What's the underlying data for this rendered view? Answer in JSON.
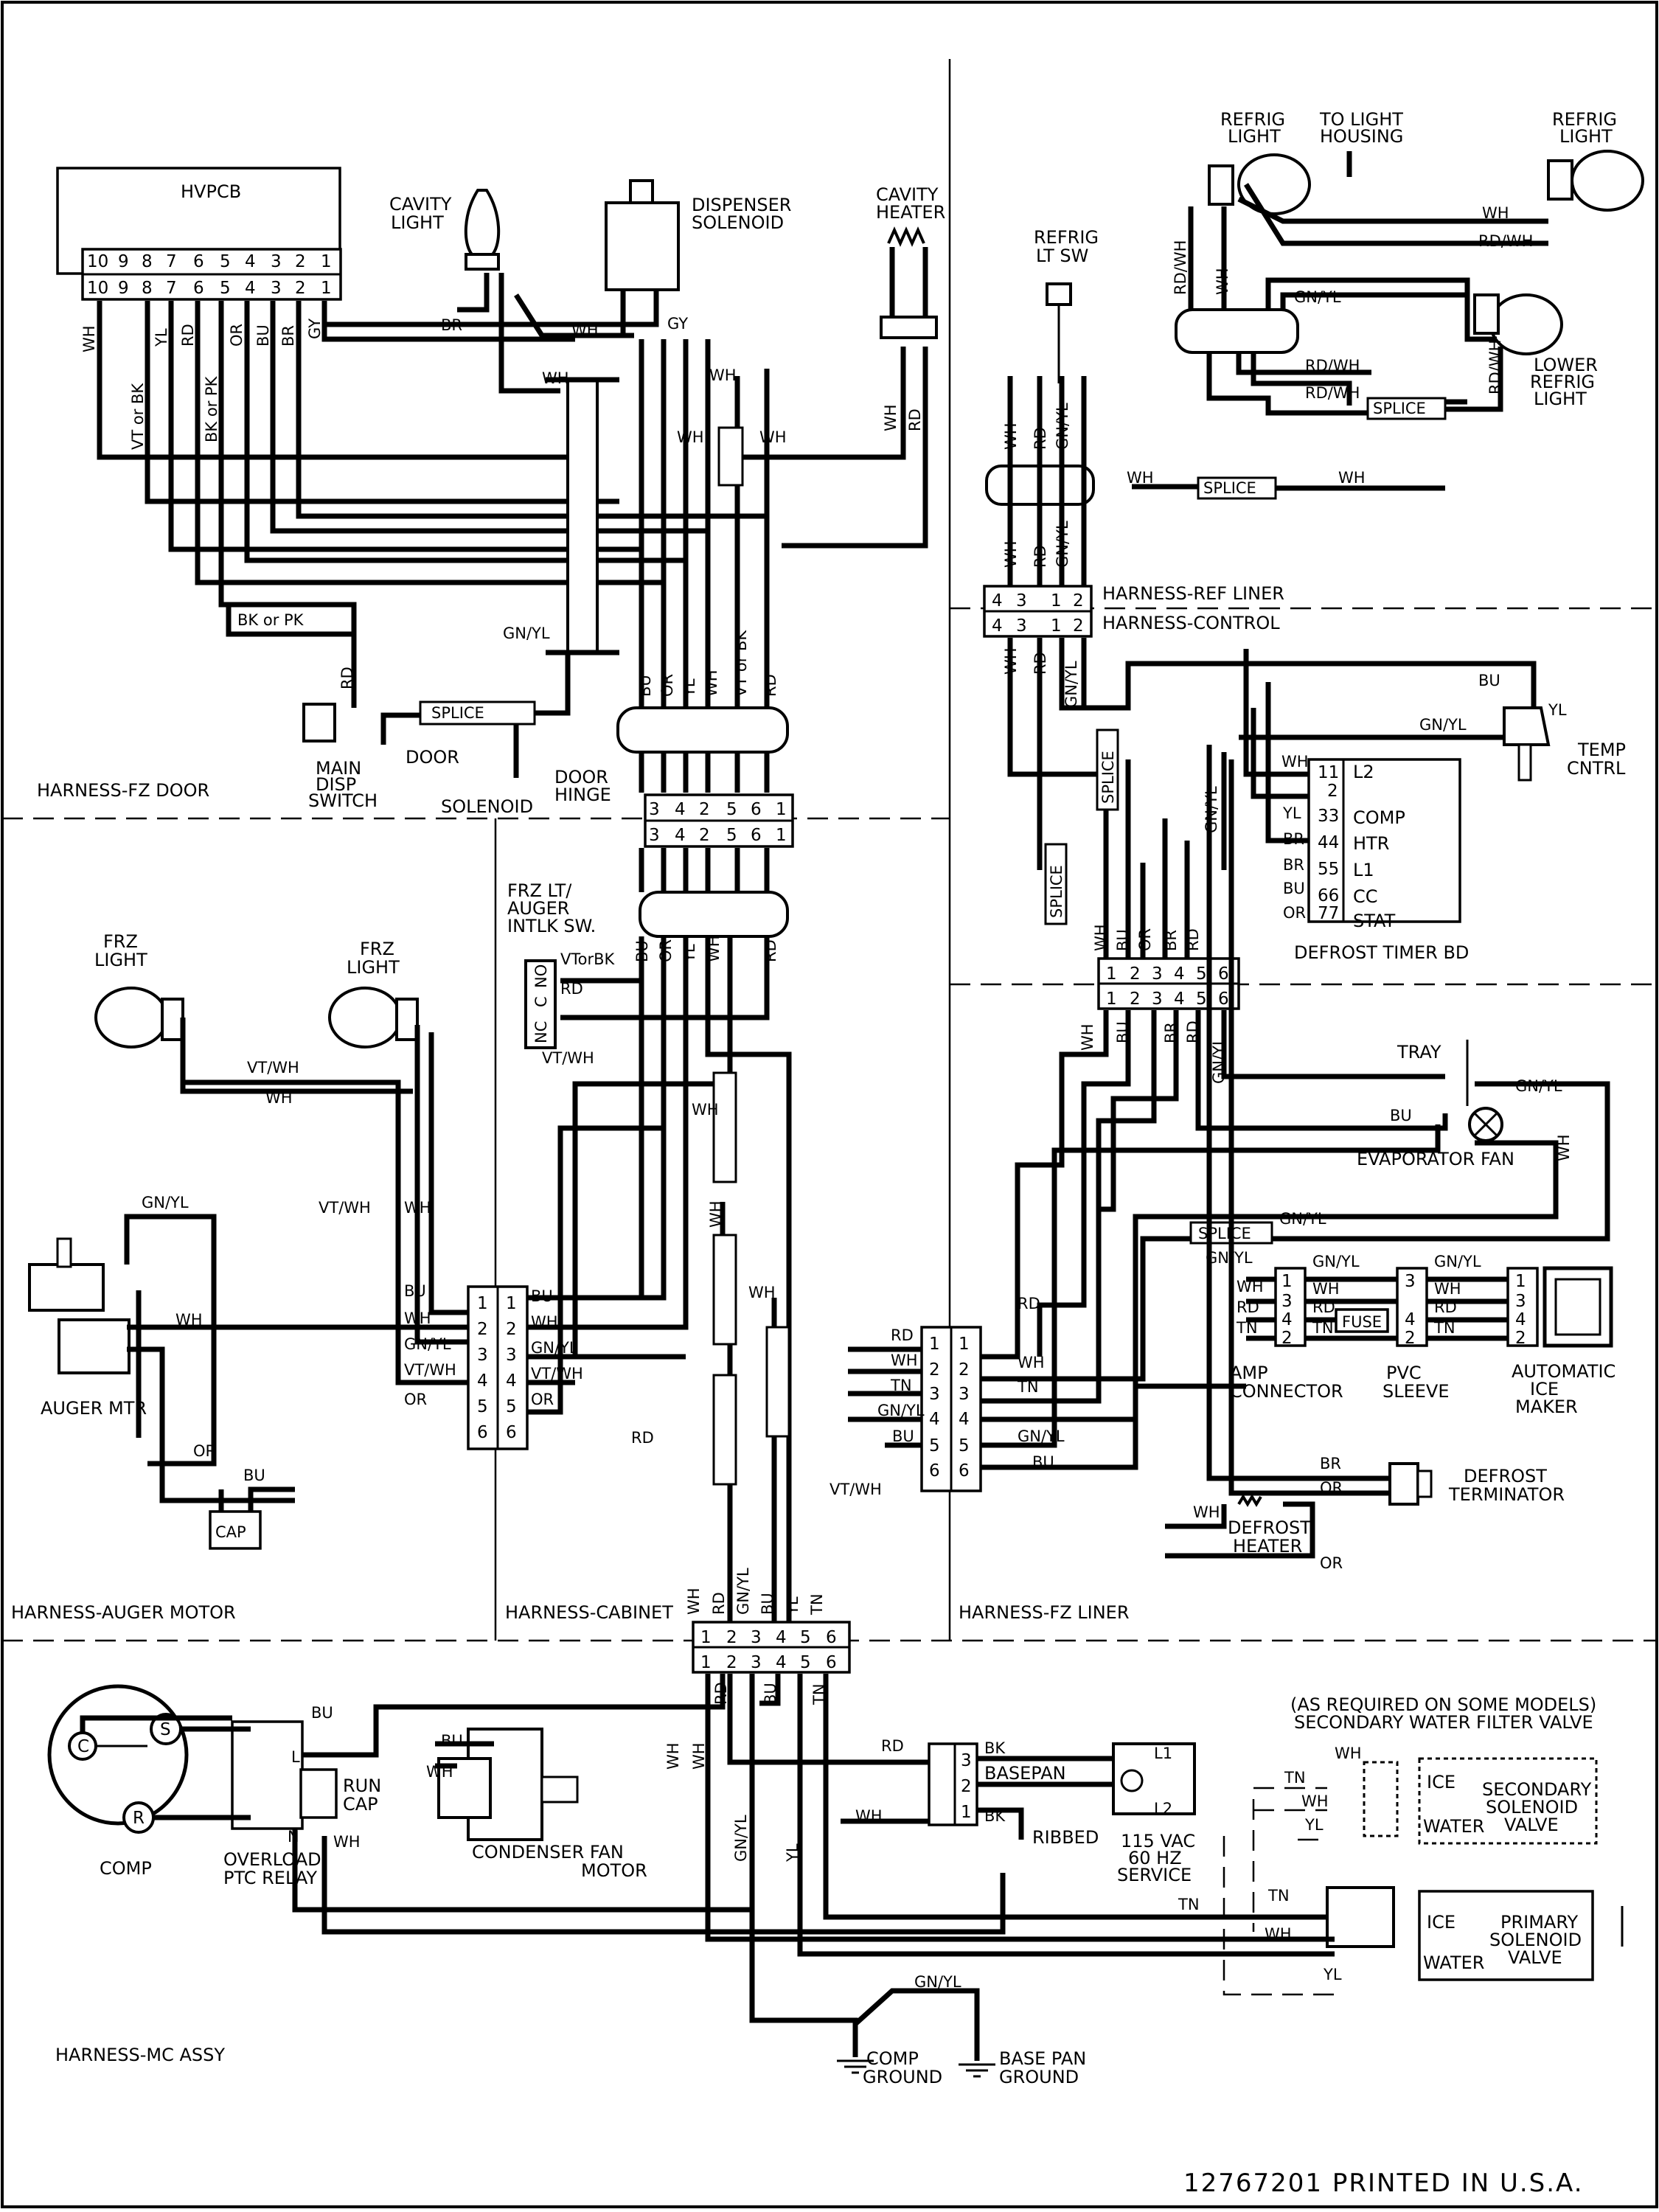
{
  "footer": "12767201 PRINTED IN U.S.A.",
  "sections": {
    "fz_door": "HARNESS-FZ DOOR",
    "auger_motor": "HARNESS-AUGER MOTOR",
    "cabinet": "HARNESS-CABINET",
    "fz_liner": "HARNESS-FZ LINER",
    "mc_assy": "HARNESS-MC ASSY",
    "ref_liner": "HARNESS-REF LINER",
    "control": "HARNESS-CONTROL"
  },
  "components": {
    "hvpcb": "HVPCB",
    "cavity_light": [
      "CAVITY",
      "LIGHT"
    ],
    "dispenser_solenoid": [
      "DISPENSER",
      "SOLENOID"
    ],
    "cavity_heater": [
      "CAVITY",
      "HEATER"
    ],
    "main_disp_switch": [
      "MAIN",
      "DISP",
      "SWITCH"
    ],
    "door": "DOOR",
    "solenoid": "SOLENOID",
    "door_hinge": [
      "DOOR",
      "HINGE"
    ],
    "refrig_light_1": [
      "REFRIG",
      "LIGHT"
    ],
    "to_light_housing": [
      "TO LIGHT",
      "HOUSING"
    ],
    "refrig_light_2": [
      "REFRIG",
      "LIGHT"
    ],
    "refrig_lt_sw": [
      "REFRIG",
      "LT SW"
    ],
    "lower_refrig_light": [
      "LOWER",
      "REFRIG",
      "LIGHT"
    ],
    "temp_cntrl": [
      "TEMP",
      "CNTRL"
    ],
    "defrost_timer_bd": "DEFROST TIMER BD",
    "frz_light_1": [
      "FRZ",
      "LIGHT"
    ],
    "frz_light_2": [
      "FRZ",
      "LIGHT"
    ],
    "frz_lt_auger_intlk": [
      "FRZ LT/",
      "AUGER",
      "INTLK SW."
    ],
    "auger_mtr": "AUGER MTR",
    "cap": "CAP",
    "tray": "TRAY",
    "evaporator_fan": "EVAPORATOR FAN",
    "amp_connector": [
      "AMP",
      "CONNECTOR"
    ],
    "pvc_sleeve": [
      "PVC",
      "SLEEVE"
    ],
    "automatic_ice_maker": [
      "AUTOMATIC",
      "ICE",
      "MAKER"
    ],
    "fuse": "FUSE",
    "defrost_terminator": [
      "DEFROST",
      "TERMINATOR"
    ],
    "defrost_heater": [
      "DEFROST",
      "HEATER"
    ],
    "comp": "COMP",
    "overload_ptc": [
      "OVERLOAD",
      "PTC RELAY"
    ],
    "run_cap": [
      "RUN",
      "CAP"
    ],
    "condenser_fan": [
      "CONDENSER FAN",
      "MOTOR"
    ],
    "basepan": "BASEPAN",
    "ribbed": "RIBBED",
    "service": [
      "115 VAC",
      "60 HZ",
      "SERVICE"
    ],
    "secondary_note": [
      "(AS REQUIRED ON SOME MODELS)",
      "SECONDARY WATER FILTER VALVE"
    ],
    "secondary_valve": [
      "SECONDARY",
      "SOLENOID",
      "VALVE"
    ],
    "primary_valve": [
      "PRIMARY",
      "SOLENOID",
      "VALVE"
    ],
    "ice": "ICE",
    "water": "WATER",
    "comp_ground": [
      "COMP",
      "GROUND"
    ],
    "base_pan_ground": [
      "BASE PAN",
      "GROUND"
    ],
    "splice": "SPLICE"
  },
  "timer_terminals": [
    "L2",
    "COMP",
    "HTR",
    "L1",
    "CC",
    "STAT"
  ],
  "timer_pins": [
    "11",
    "33",
    "44",
    "55",
    "66",
    "77"
  ],
  "timer_pin_partial": "2",
  "wire_colors": [
    "WH",
    "BR",
    "GY",
    "BK",
    "RD",
    "YL",
    "PK",
    "OR",
    "BU",
    "VT",
    "GN/YL",
    "RD/WH",
    "VT/WH",
    "TN",
    "VT or BK",
    "BK or PK",
    "VT or BK",
    "VTorBK"
  ],
  "hvpcb_pins": [
    "10",
    "9",
    "8",
    "7",
    "6",
    "5",
    "4",
    "3",
    "2",
    "1"
  ],
  "pins": [
    "1",
    "2",
    "3",
    "4",
    "5",
    "6"
  ],
  "hinge_pins": [
    "3",
    "4",
    "2",
    "5",
    "6",
    "1"
  ],
  "ref_pins": [
    "4",
    "3",
    "1",
    "2"
  ],
  "misc": {
    "comp_s": "S",
    "comp_c": "C",
    "comp_r": "R",
    "l1": "L1",
    "l2": "L2",
    "nc": "NC",
    "c": "C",
    "no": "NO",
    "n": "N",
    "l": "L"
  }
}
